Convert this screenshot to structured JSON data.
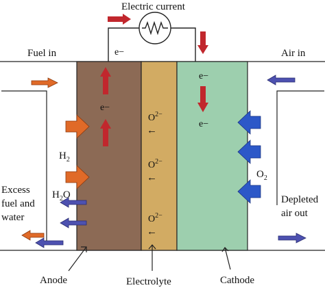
{
  "labels": {
    "electric_current": "Electric current",
    "fuel_in": "Fuel in",
    "air_in": "Air in",
    "electron": "e−",
    "oxide_ion": "O",
    "oxide_charge": "2−",
    "arrow_left": "←",
    "hydrogen_main": "H",
    "hydrogen_sub": "2",
    "water_main": "H",
    "water_sub": "2",
    "water_end": "O",
    "oxygen_main": "O",
    "oxygen_sub": "2",
    "excess_line1": "Excess",
    "excess_line2": "fuel and",
    "excess_line3": "water",
    "depleted_line1": "Depleted",
    "depleted_line2": "air out",
    "anode": "Anode",
    "electrolyte": "Electrolyte",
    "cathode": "Cathode"
  },
  "icons": {
    "load": "resistor-symbol-icon"
  },
  "colors": {
    "anode": "#8c6a55",
    "electrolyte": "#d2ab63",
    "cathode": "#9dcfae",
    "fuel_arrow": "#e06a28",
    "air_arrow": "#2c58c8",
    "outflow_arrow": "#4d51b0",
    "electron_arrow": "#c1272d",
    "wire": "#222222"
  }
}
